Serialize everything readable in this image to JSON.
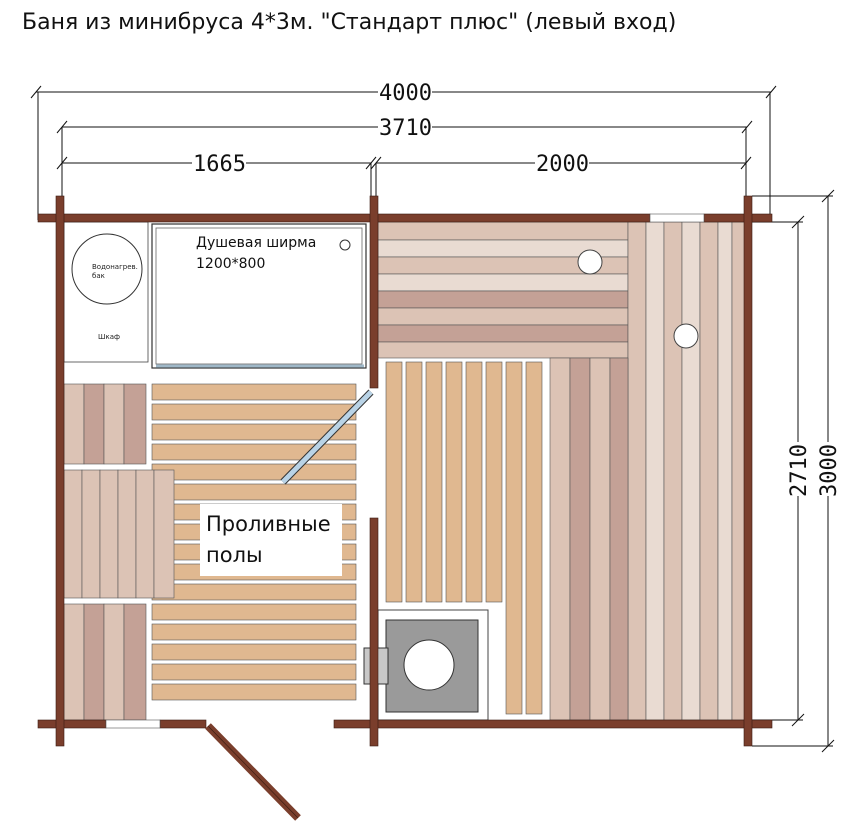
{
  "title": "Баня из минибруса 4*3м. \"Стандарт плюс\" (левый вход)",
  "dimensions": {
    "total_width": "4000",
    "inner_width": "3710",
    "left_room": "1665",
    "right_room": "2000",
    "inner_depth": "2710",
    "total_depth": "3000"
  },
  "labels": {
    "boiler_line1": "Водонагрев.",
    "boiler_line2": "бак",
    "cabinet": "Шкаф",
    "shower_line1": "Душевая ширма",
    "shower_line2": "1200*800",
    "floor_line1": "Проливные",
    "floor_line2": "полы"
  },
  "colors": {
    "wall": "#7a3e2c",
    "board_light": "#dcc3b5",
    "board_mid": "#c4a196",
    "bench": "#e0b890",
    "stove": "#9a9a9a",
    "glass": "#b9d3e6"
  }
}
